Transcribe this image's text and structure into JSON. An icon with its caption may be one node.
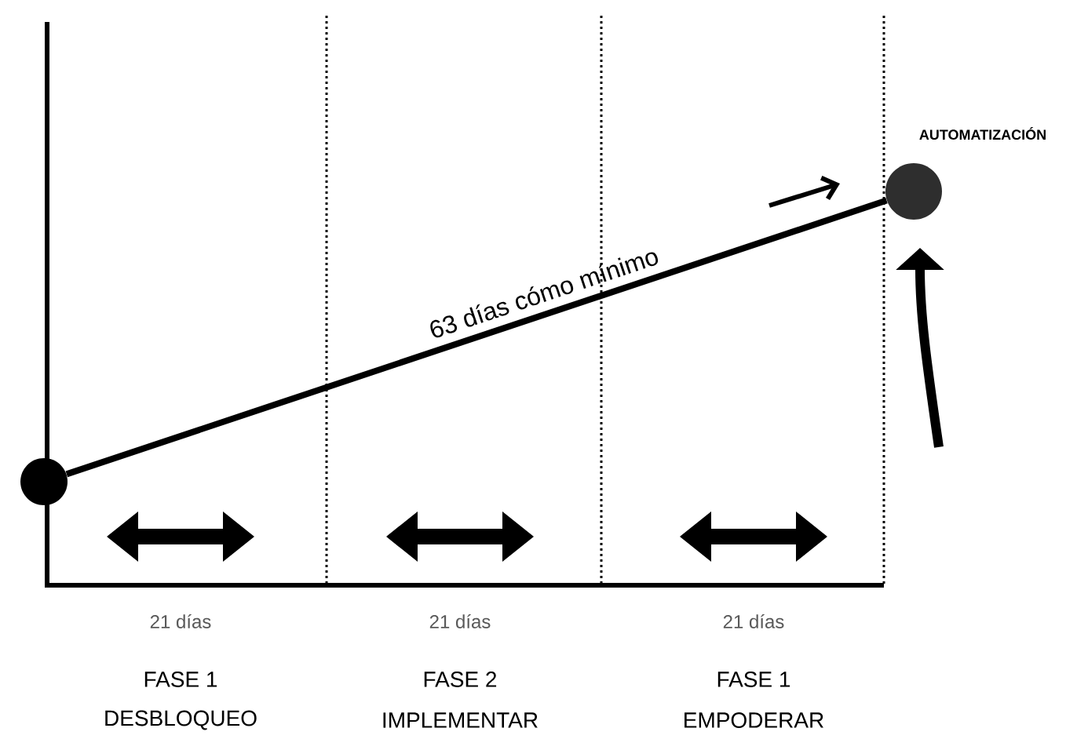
{
  "diagram": {
    "nodes": [
      {
        "text": [],
        "shape": "circle"
      },
      {
        "text": [
          "AUTOMATIZACIÓN"
        ]
      }
    ],
    "edges": [
      {
        "from": 0,
        "to": 1,
        "arrow": "none",
        "label": "63 días cómo mínimo"
      }
    ],
    "labels": [
      "21 días",
      "21 días",
      "21 días",
      "FASE 1",
      "FASE 2",
      "FASE 1",
      "DESBLOQUEO",
      "IMPLEMENTAR",
      "EMPODERAR"
    ]
  }
}
